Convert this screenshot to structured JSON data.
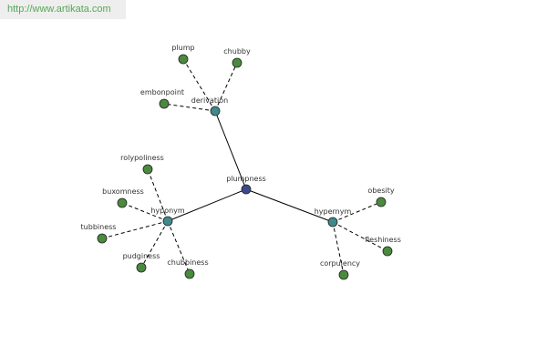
{
  "site_url": "http://www.artikata.com",
  "colors": {
    "root": "#3b4a8c",
    "category": "#3f8a8c",
    "leaf": "#4a8a3e",
    "edge": "#000000",
    "url_text": "#55a855"
  },
  "nodes": [
    {
      "id": "plumpness",
      "label": "plumpness",
      "kind": "root"
    },
    {
      "id": "derivation",
      "label": "derivation",
      "kind": "category"
    },
    {
      "id": "hyponym",
      "label": "hyponym",
      "kind": "category"
    },
    {
      "id": "hypernym",
      "label": "hypernym",
      "kind": "category"
    },
    {
      "id": "plump",
      "label": "plump",
      "kind": "leaf"
    },
    {
      "id": "chubby",
      "label": "chubby",
      "kind": "leaf"
    },
    {
      "id": "embonpoint",
      "label": "embonpoint",
      "kind": "leaf"
    },
    {
      "id": "rolypoliness",
      "label": "rolypoliness",
      "kind": "leaf"
    },
    {
      "id": "buxomness",
      "label": "buxomness",
      "kind": "leaf"
    },
    {
      "id": "tubbiness",
      "label": "tubbiness",
      "kind": "leaf"
    },
    {
      "id": "pudginess",
      "label": "pudginess",
      "kind": "leaf"
    },
    {
      "id": "chubbiness",
      "label": "chubbiness",
      "kind": "leaf"
    },
    {
      "id": "obesity",
      "label": "obesity",
      "kind": "leaf"
    },
    {
      "id": "fleshiness",
      "label": "fleshiness",
      "kind": "leaf"
    },
    {
      "id": "corpulency",
      "label": "corpulency",
      "kind": "leaf"
    }
  ],
  "edges": [
    {
      "from": "plumpness",
      "to": "derivation",
      "style": "solid"
    },
    {
      "from": "plumpness",
      "to": "hyponym",
      "style": "solid"
    },
    {
      "from": "plumpness",
      "to": "hypernym",
      "style": "solid"
    },
    {
      "from": "derivation",
      "to": "plump",
      "style": "dashed"
    },
    {
      "from": "derivation",
      "to": "chubby",
      "style": "dashed"
    },
    {
      "from": "derivation",
      "to": "embonpoint",
      "style": "dashed"
    },
    {
      "from": "hyponym",
      "to": "rolypoliness",
      "style": "dashed"
    },
    {
      "from": "hyponym",
      "to": "buxomness",
      "style": "dashed"
    },
    {
      "from": "hyponym",
      "to": "tubbiness",
      "style": "dashed"
    },
    {
      "from": "hyponym",
      "to": "pudginess",
      "style": "dashed"
    },
    {
      "from": "hyponym",
      "to": "chubbiness",
      "style": "dashed"
    },
    {
      "from": "hypernym",
      "to": "obesity",
      "style": "dashed"
    },
    {
      "from": "hypernym",
      "to": "fleshiness",
      "style": "dashed"
    },
    {
      "from": "hypernym",
      "to": "corpulency",
      "style": "dashed"
    }
  ]
}
